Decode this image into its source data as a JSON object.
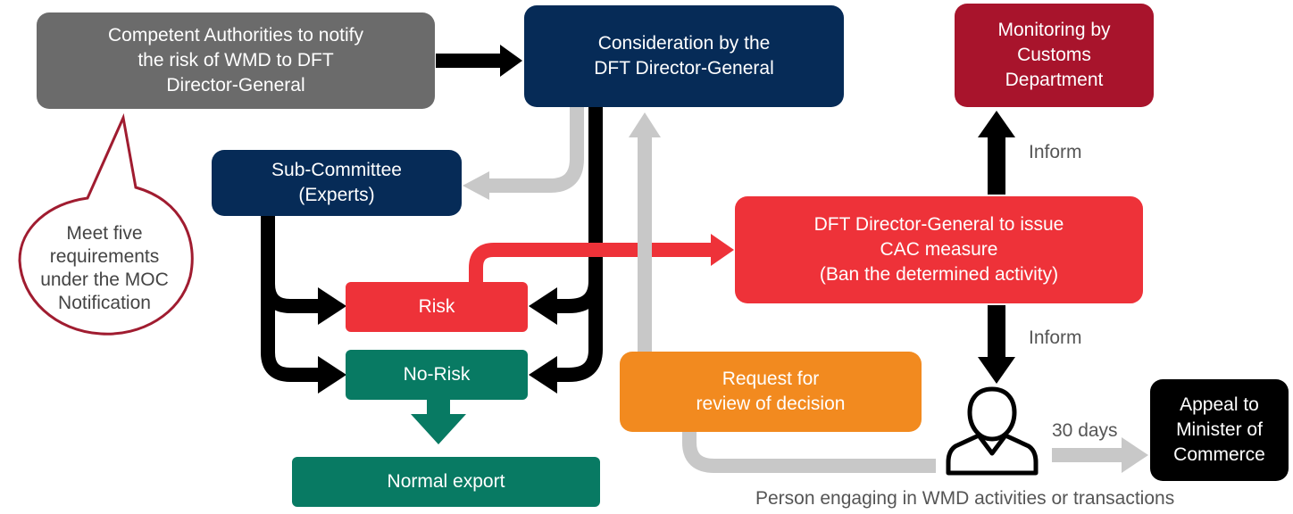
{
  "colors": {
    "gray_box": "#6b6b6b",
    "navy": "#062b57",
    "crimson": "#a8142c",
    "red": "#ee3239",
    "green": "#087a63",
    "orange": "#f28a1f",
    "black": "#000000",
    "light_gray_arrow": "#c8c8c8",
    "bubble_outline": "#a01c30"
  },
  "nodes": {
    "competent_authorities": "Competent Authorities to notify\nthe risk of WMD to DFT\nDirector-General",
    "consideration": "Consideration by the\nDFT Director-General",
    "monitoring": "Monitoring by\nCustoms\nDepartment",
    "sub_committee": "Sub-Committee\n(Experts)",
    "cac_measure": "DFT Director-General to issue\nCAC measure\n(Ban the determined activity)",
    "risk": "Risk",
    "no_risk": "No-Risk",
    "normal_export": "Normal export",
    "request_review": "Request for\nreview of decision",
    "appeal": "Appeal to\nMinister of\nCommerce"
  },
  "labels": {
    "bubble": "Meet five\nrequirements\nunder the MOC\nNotification",
    "inform_top": "Inform",
    "inform_bottom": "Inform",
    "thirty_days": "30 days",
    "person_caption": "Person engaging in WMD activities or transactions"
  },
  "icons": {
    "person": "person-icon"
  }
}
